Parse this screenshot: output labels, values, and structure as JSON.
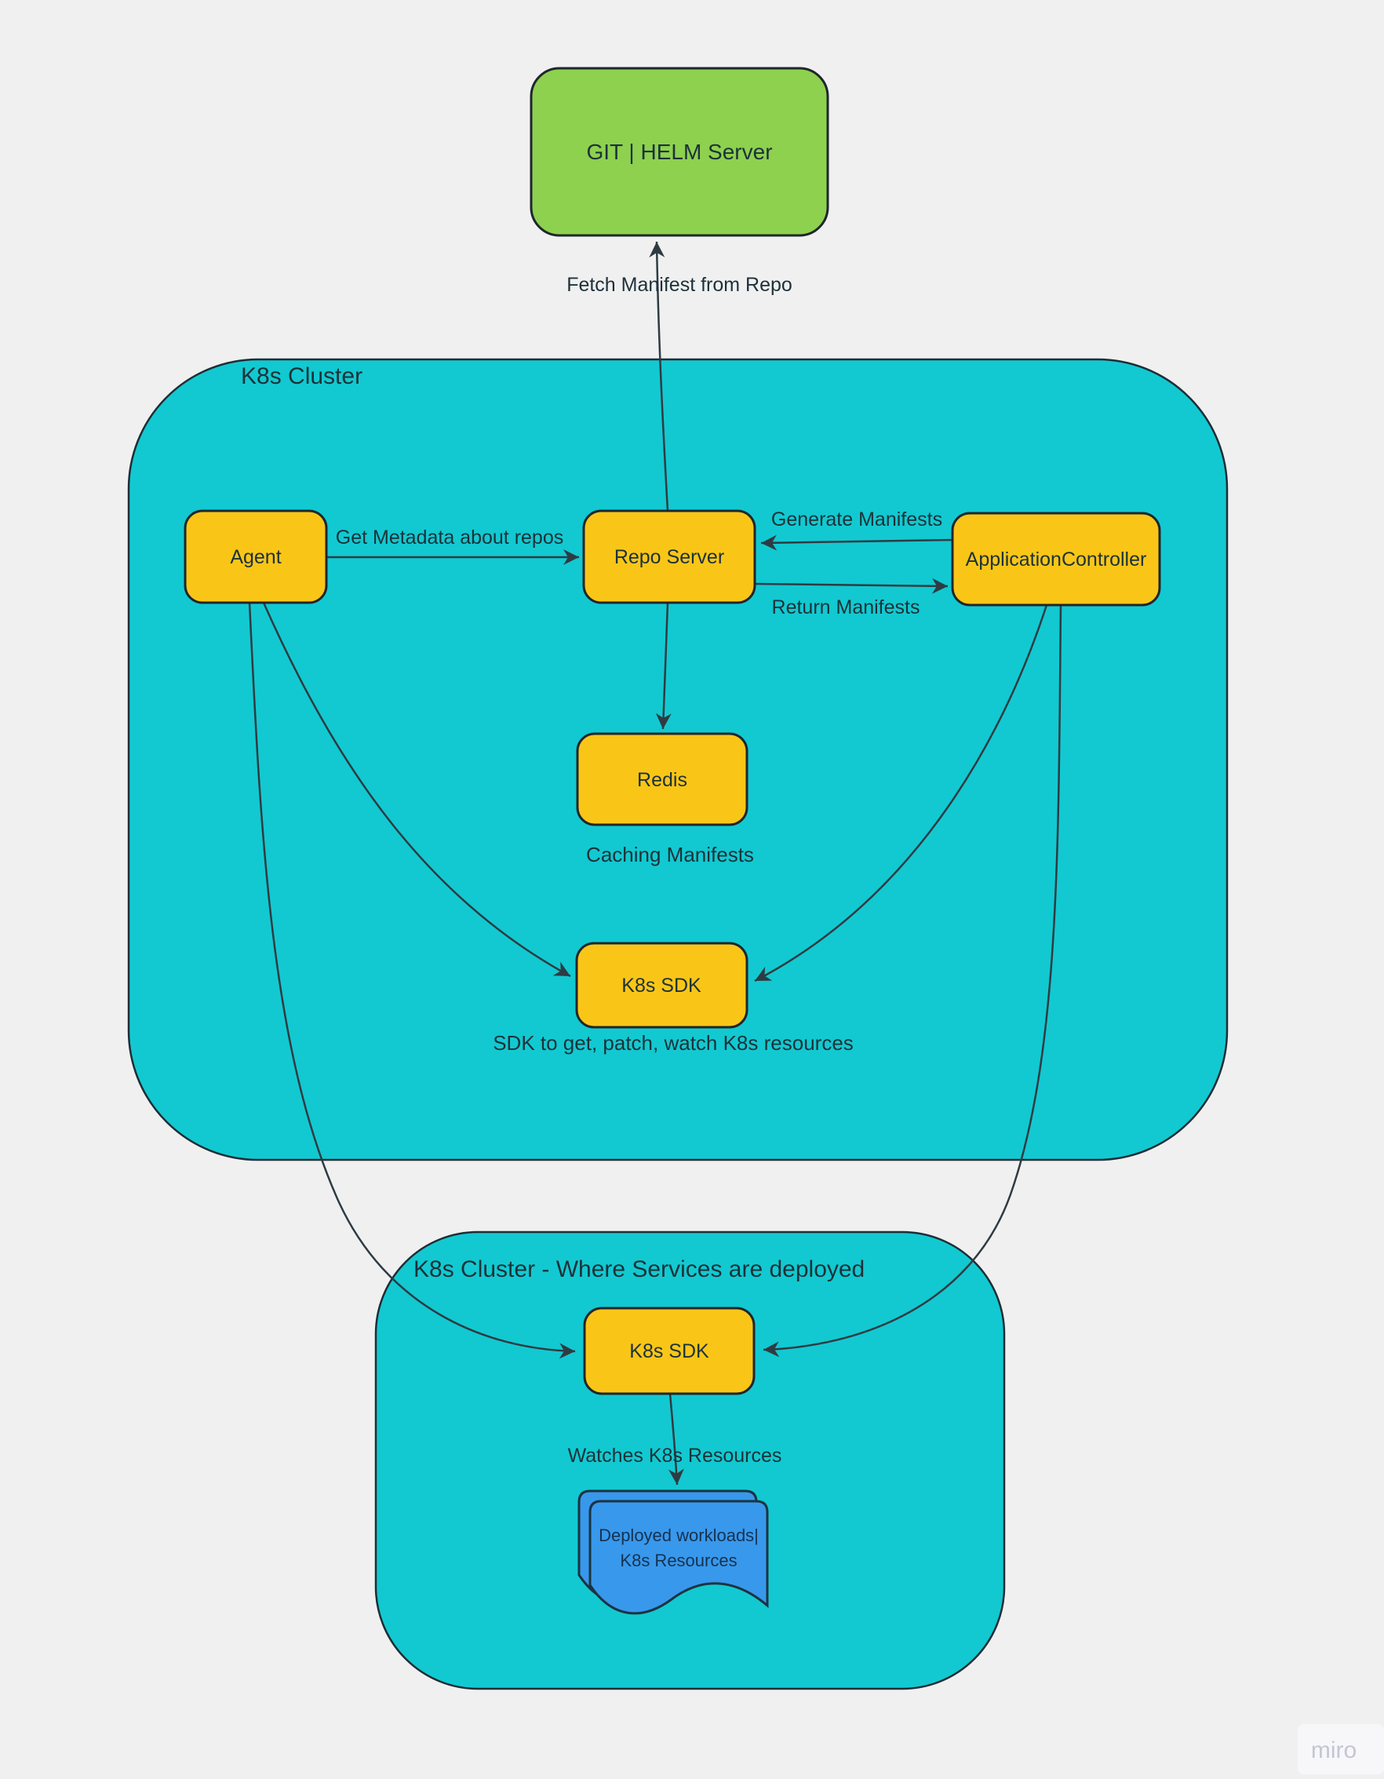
{
  "board": {
    "watermark": "miro"
  },
  "colors": {
    "background": "#f0f0f1",
    "cluster_fill": "#12c9d1",
    "node_fill": "#f9c618",
    "git_server_fill": "#8dd14f",
    "document_fill": "#3898ec",
    "connector": "#2e3b42",
    "text": "#1d3138"
  },
  "containers": {
    "cluster_main": {
      "label": "K8s Cluster"
    },
    "cluster_deploy": {
      "label": "K8s Cluster - Where Services are deployed"
    }
  },
  "nodes": {
    "git_helm_server": {
      "label": "GIT | HELM Server"
    },
    "agent": {
      "label": "Agent"
    },
    "repo_server": {
      "label": "Repo Server"
    },
    "application_controller": {
      "label": "ApplicationController"
    },
    "redis": {
      "label": "Redis"
    },
    "k8s_sdk_main": {
      "label": "K8s SDK"
    },
    "k8s_sdk_deploy": {
      "label": "K8s SDK"
    },
    "deployed_workloads": {
      "line1": "Deployed workloads|",
      "line2": "K8s Resources"
    }
  },
  "edge_labels": {
    "fetch_manifest": "Fetch Manifest from Repo",
    "get_metadata": "Get Metadata about repos",
    "generate_manifests": "Generate Manifests",
    "return_manifests": "Return Manifests",
    "caching_manifests": "Caching Manifests",
    "sdk_caption": "SDK to get, patch, watch K8s resources",
    "watches_resources": "Watches K8s Resources"
  }
}
